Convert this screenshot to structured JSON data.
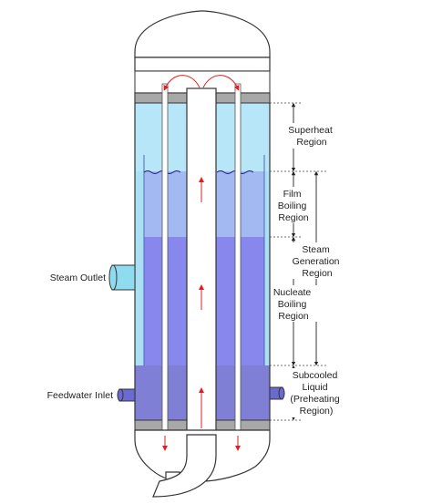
{
  "colors": {
    "superheat": "#b6e6f7",
    "shell_light": "#a9e0f4",
    "film": "#a3b9f2",
    "nucleate": "#8787ee",
    "subcooled": "#7f7fd6",
    "plate": "#a8a8a8",
    "flow_arrow": "#e02020",
    "stroke": "#333333",
    "nozzle": "#8fdcf0",
    "feed_nozzle": "#6a6ad0"
  },
  "labels": {
    "steam_outlet": "Steam Outlet",
    "feedwater_inlet": "Feedwater Inlet",
    "superheat": [
      "Superheat",
      "Region"
    ],
    "film_boiling": [
      "Film",
      "Boiling",
      "Region"
    ],
    "steam_generation": [
      "Steam",
      "Generation",
      "Region"
    ],
    "nucleate_boiling": [
      "Nucleate",
      "Boiling",
      "Region"
    ],
    "subcooled": [
      "Subcooled",
      "Liquid",
      "(Preheating",
      "Region)"
    ]
  }
}
